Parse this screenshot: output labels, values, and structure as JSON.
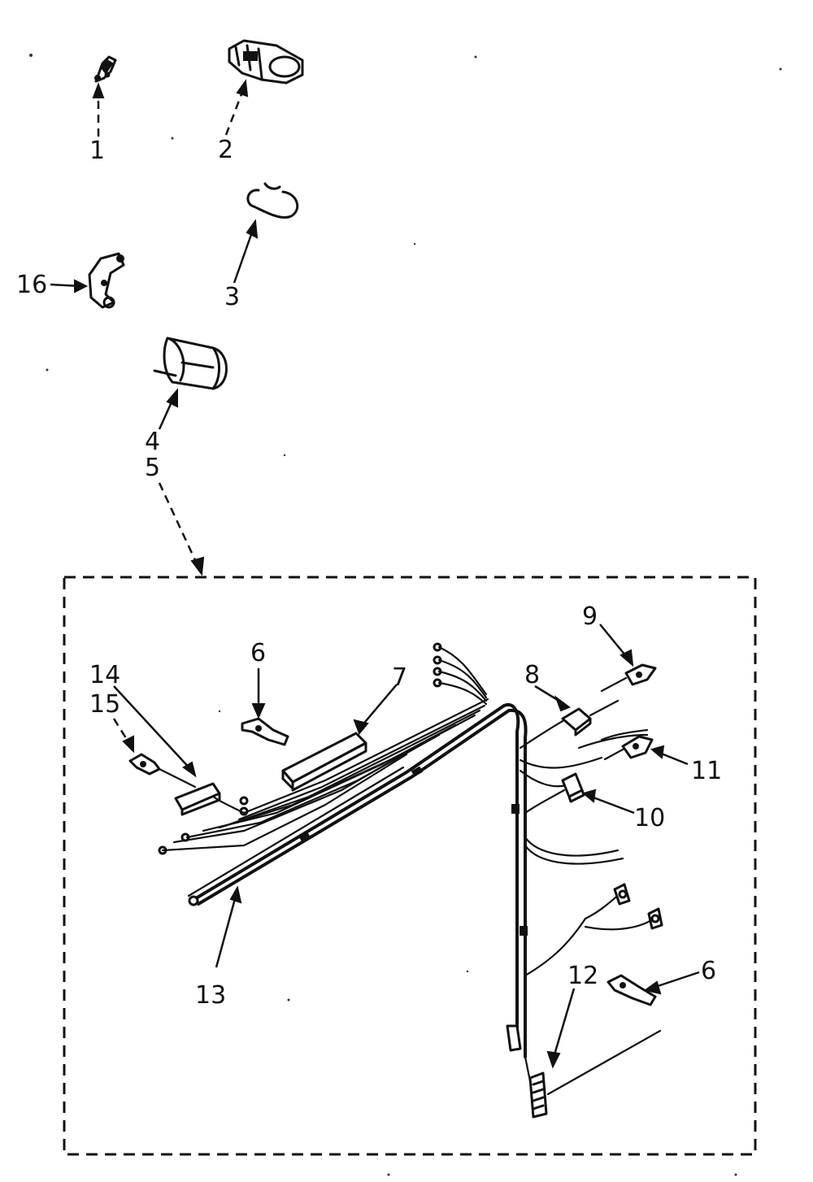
{
  "callouts": {
    "c1": "1",
    "c2": "2",
    "c3": "3",
    "c4": "4",
    "c5": "5",
    "c6a": "6",
    "c6b": "6",
    "c7": "7",
    "c8": "8",
    "c9": "9",
    "c10": "10",
    "c11": "11",
    "c12": "12",
    "c13": "13",
    "c14": "14",
    "c15": "15",
    "c16": "16"
  },
  "colors": {
    "line": "#111111",
    "background": "#ffffff"
  }
}
